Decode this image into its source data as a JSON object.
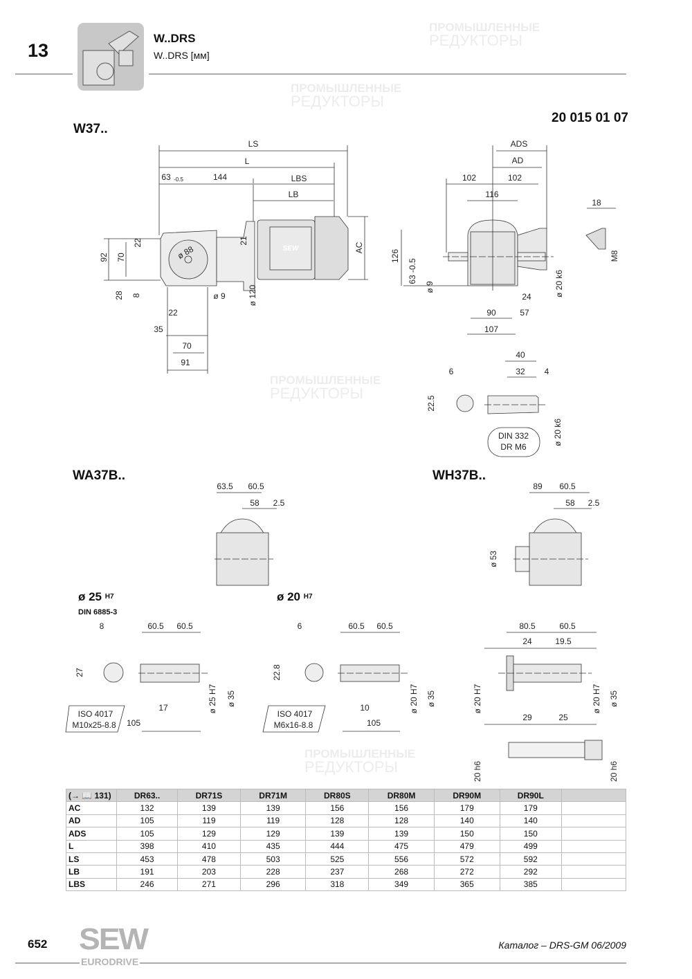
{
  "header": {
    "section_number": "13",
    "title": "W..DRS",
    "subtitle": "W..DRS [мм]",
    "icon": "helical-worm-gearmotor-icon"
  },
  "drawing_number": "20 015 01 07",
  "w37": {
    "title": "W37..",
    "side": {
      "ls": "LS",
      "l": "L",
      "d63": "63",
      "d63_tol": "-0.5",
      "d144": "144",
      "lbs": "LBS",
      "lb": "LB",
      "d22a": "22",
      "d21": "21",
      "d88": "ø 88",
      "d92": "92",
      "d70a": "70",
      "ac": "AC",
      "d28": "28",
      "d8": "8",
      "d9": "ø 9",
      "d120": "ø 120",
      "d22b": "22",
      "d35": "35",
      "d70b": "70",
      "d91": "91",
      "logo": "SEW"
    },
    "front": {
      "ads": "ADS",
      "ad": "AD",
      "d102a": "102",
      "d102b": "102",
      "d116": "116",
      "d18": "18",
      "d126": "126",
      "d63": "63 -0.5",
      "d9": "ø 9",
      "m8": "M8",
      "d20": "ø 20 k6",
      "d24": "24",
      "d90": "90",
      "d57": "57",
      "d107": "107"
    },
    "shaft": {
      "d40": "40",
      "d6": "6",
      "d32": "32",
      "d4": "4",
      "d225": "22.5",
      "din1": "DIN 332",
      "din2": "DR M6",
      "d20": "ø 20 k6"
    }
  },
  "wa37b": {
    "title": "WA37B..",
    "view": {
      "d635": "63.5",
      "d605": "60.5",
      "d58": "58",
      "d25": "2.5"
    },
    "s25": {
      "title": "ø 25",
      "tol": "H7",
      "std": "DIN 6885-3",
      "d8": "8",
      "d605a": "60.5",
      "d605b": "60.5",
      "d27": "27",
      "d25": "ø 25 H7",
      "d35": "ø 35",
      "iso1": "ISO 4017",
      "iso2": "M10x25-8.8",
      "d17": "17",
      "d105": "105"
    },
    "s20": {
      "title": "ø 20",
      "tol": "H7",
      "d6": "6",
      "d605a": "60.5",
      "d605b": "60.5",
      "d228": "22.8",
      "iso1": "ISO 4017",
      "iso2": "M6x16-8.8",
      "d10": "10",
      "d105": "105",
      "d20": "ø 20 H7",
      "d35": "ø 35"
    }
  },
  "wh37b": {
    "title": "WH37B..",
    "view": {
      "d89": "89",
      "d605": "60.5",
      "d58": "58",
      "d25": "2.5",
      "d53": "ø 53"
    },
    "shaft": {
      "d805": "80.5",
      "d605": "60.5",
      "d24": "24",
      "d195": "19.5",
      "d20a": "ø 20 H7",
      "d20b": "ø 20 H7",
      "d35": "ø 35",
      "d29": "29",
      "d25": "25",
      "h6a": "20 h6",
      "h6b": "20 h6"
    }
  },
  "table": {
    "corner": "(→ 📖 131)",
    "columns": [
      "DR63..",
      "DR71S",
      "DR71M",
      "DR80S",
      "DR80M",
      "DR90M",
      "DR90L"
    ],
    "rows": [
      {
        "label": "AC",
        "values": [
          "132",
          "139",
          "139",
          "156",
          "156",
          "179",
          "179"
        ]
      },
      {
        "label": "AD",
        "values": [
          "105",
          "119",
          "119",
          "128",
          "128",
          "140",
          "140"
        ]
      },
      {
        "label": "ADS",
        "values": [
          "105",
          "129",
          "129",
          "139",
          "139",
          "150",
          "150"
        ]
      },
      {
        "label": "L",
        "values": [
          "398",
          "410",
          "435",
          "444",
          "475",
          "479",
          "499"
        ]
      },
      {
        "label": "LS",
        "values": [
          "453",
          "478",
          "503",
          "525",
          "556",
          "572",
          "592"
        ]
      },
      {
        "label": "LB",
        "values": [
          "191",
          "203",
          "228",
          "237",
          "268",
          "272",
          "292"
        ]
      },
      {
        "label": "LBS",
        "values": [
          "246",
          "271",
          "296",
          "318",
          "349",
          "365",
          "385"
        ]
      }
    ]
  },
  "footer": {
    "page_number": "652",
    "logo_top": "SEW",
    "logo_bottom": "EURODRIVE",
    "catalog": "Каталог – DRS-GM 06/2009"
  },
  "watermark": {
    "line1": "ПРОМЫШЛЕННЫЕ",
    "line2": "РЕДУКТОРЫ"
  },
  "colors": {
    "icon_bg": "#c8c8c8",
    "table_header": "#d4d4d4",
    "logo": "#b4b4b4"
  }
}
